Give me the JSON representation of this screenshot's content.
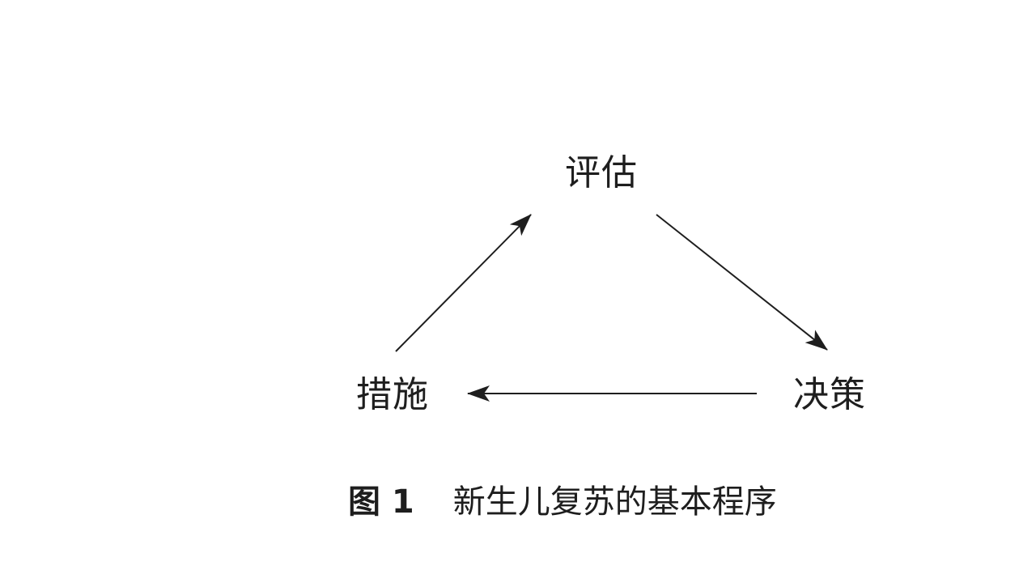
{
  "diagram": {
    "nodes": [
      {
        "id": "assess",
        "label": "评估"
      },
      {
        "id": "decision",
        "label": "决策"
      },
      {
        "id": "measure",
        "label": "措施"
      }
    ],
    "edges": [
      {
        "from": "assess",
        "to": "decision"
      },
      {
        "from": "decision",
        "to": "measure"
      },
      {
        "from": "measure",
        "to": "assess"
      }
    ]
  },
  "caption": {
    "number": "图 1",
    "text": "新生儿复苏的基本程序"
  },
  "colors": {
    "stroke": "#1e1e1e",
    "text": "#1e1e1e",
    "background": "#ffffff"
  }
}
